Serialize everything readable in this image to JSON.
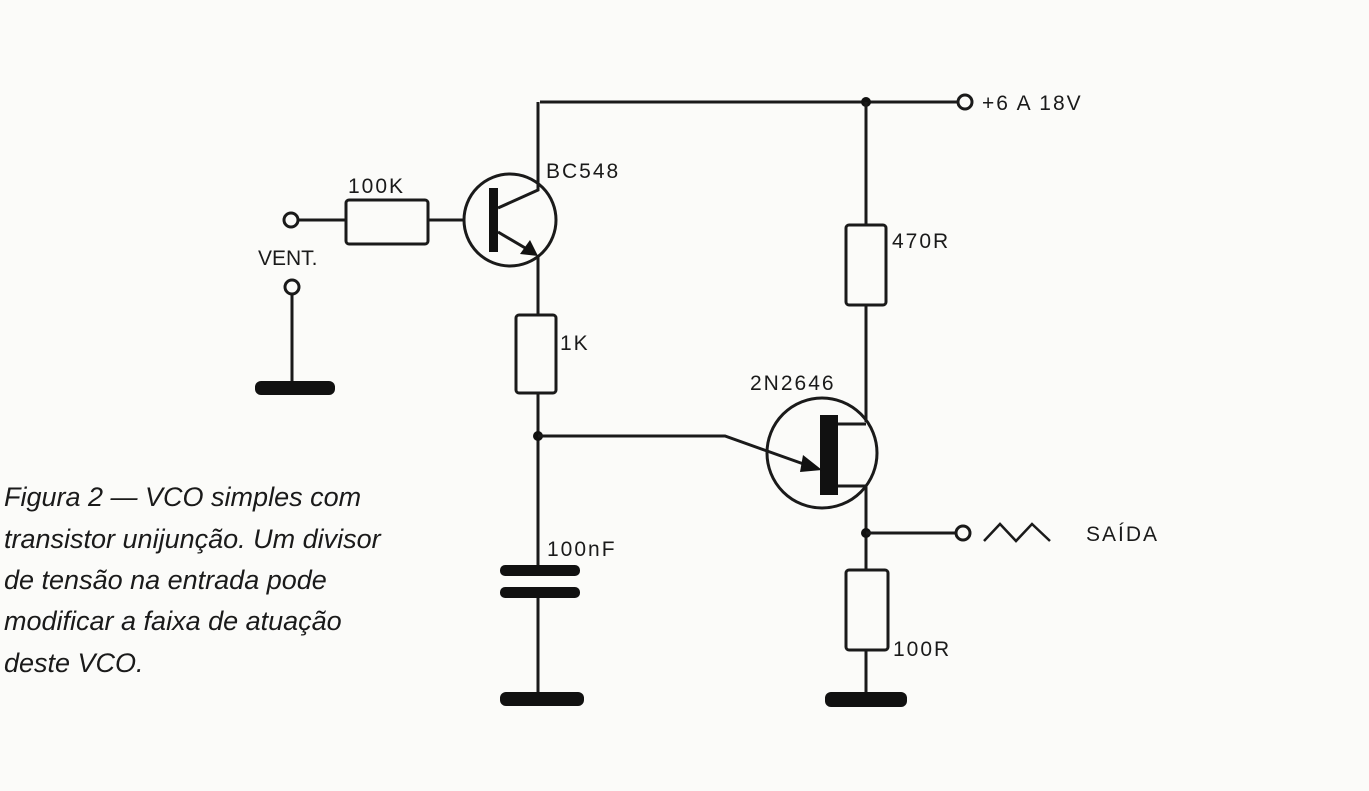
{
  "labels": {
    "supply": "+6 A 18V",
    "input": "VENT.",
    "output": "SAÍDA",
    "r_base": "100K",
    "r_emitter": "1K",
    "capacitor": "100nF",
    "r_b2": "470R",
    "r_b1": "100R",
    "q1": "BC548",
    "q2": "2N2646"
  },
  "caption": [
    "Figura 2 — VCO simples com",
    "transistor unijunção. Um divisor",
    "de tensão na entrada pode",
    "modificar a faixa de atuação",
    "deste VCO."
  ]
}
